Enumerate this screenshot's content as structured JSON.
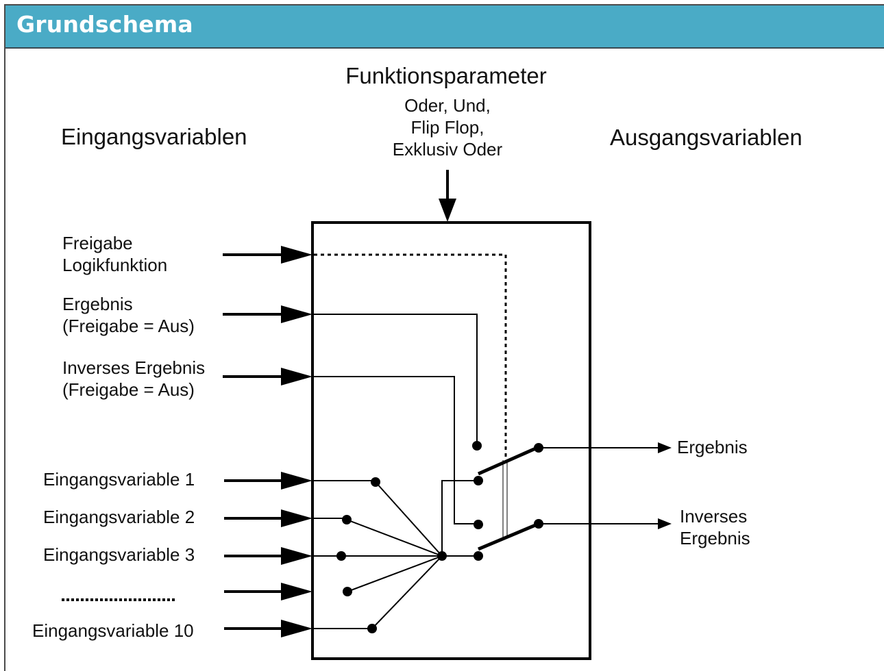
{
  "header": {
    "title": "Grundschema"
  },
  "diagram": {
    "function_parameter": {
      "title": "Funktionsparameter",
      "lines": [
        "Oder, Und,",
        "Flip Flop,",
        "Exklusiv Oder"
      ]
    },
    "inputs_heading": "Eingangsvariablen",
    "outputs_heading": "Ausgangsvariablen",
    "control_inputs": [
      {
        "lines": [
          "Freigabe",
          "Logikfunktion"
        ]
      },
      {
        "lines": [
          "Ergebnis",
          "(Freigabe = Aus)"
        ]
      },
      {
        "lines": [
          "Inverses Ergebnis",
          "(Freigabe = Aus)"
        ]
      }
    ],
    "variable_inputs": [
      "Eingangsvariable 1",
      "Eingangsvariable 2",
      "Eingangsvariable 3",
      "",
      "Eingangsvariable 10"
    ],
    "outputs": [
      {
        "lines": [
          "Ergebnis"
        ]
      },
      {
        "lines": [
          "Inverses",
          "Ergebnis"
        ]
      }
    ]
  },
  "colors": {
    "header_background": "#4aabc6",
    "header_text": "#ffffff",
    "line": "#000000"
  }
}
